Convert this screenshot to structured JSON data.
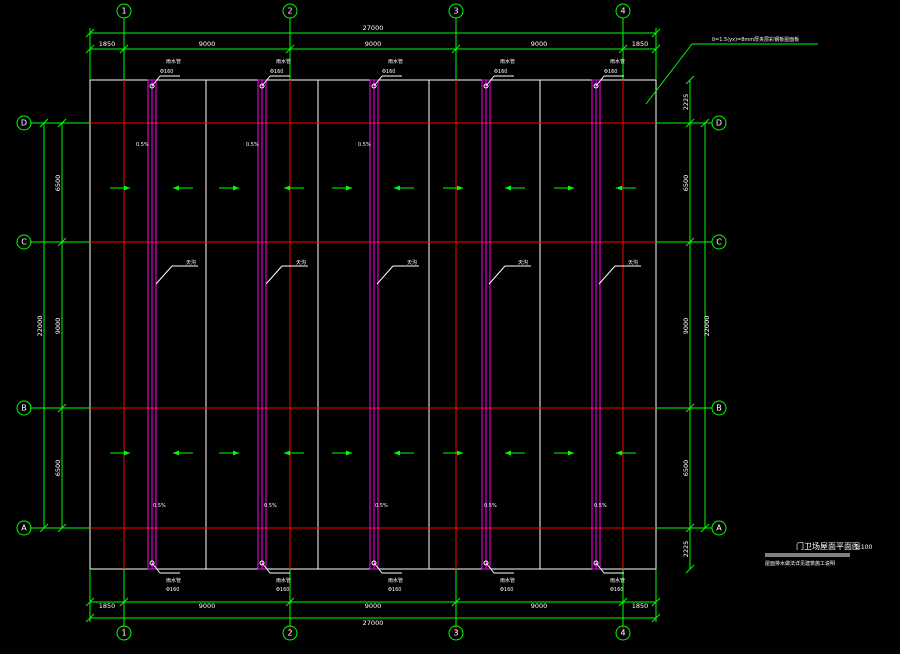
{
  "axes": {
    "vertical": [
      "1",
      "2",
      "3",
      "4"
    ],
    "horizontal": [
      "D",
      "C",
      "B",
      "A"
    ]
  },
  "dims": {
    "top_total": "27000",
    "top_segments": [
      "1850",
      "9000",
      "9000",
      "9000",
      "1850"
    ],
    "bottom_total": "27000",
    "bottom_segments": [
      "1850",
      "9000",
      "9000",
      "9000",
      "1850"
    ],
    "left_total": "22000",
    "left_segments": [
      "6500",
      "9000",
      "6500"
    ],
    "right_total": "22000",
    "right_segments": [
      "2225",
      "6500",
      "9000",
      "6500",
      "2225"
    ]
  },
  "gutters": {
    "top_label": "雨水管",
    "top_spec": "Φ160",
    "bottom_label": "雨水管",
    "bottom_spec": "Φ160",
    "slope_top": "0.5%",
    "slope_bottom": "0.5%",
    "valley_label": "天沟"
  },
  "note": "δ=1.5(yx)=8mm厚夹层彩钢板屋面板",
  "title": {
    "name": "门卫场屋面平面图",
    "scale": "1:100",
    "subtitle": "屋面排水做法详见建筑施工说明"
  },
  "colors": {
    "grid": "#ff0000",
    "dimension": "#00ff00",
    "gutter": "#ff00ff",
    "outline": "#ffffff",
    "background": "#000000"
  }
}
